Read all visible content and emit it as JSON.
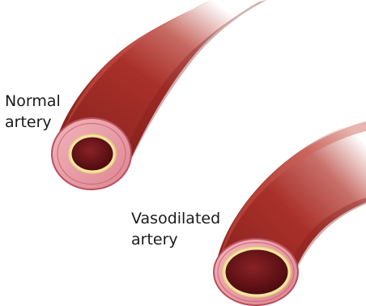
{
  "labels": {
    "normal": [
      "Normal",
      "artery"
    ],
    "vasodilated": [
      "Vasodilated",
      "artery"
    ]
  },
  "colors": {
    "background": "#ffffff",
    "vessel_body": "#a9302a",
    "vessel_shadow": "#7e1d1a",
    "vessel_highlight": "#cf5a4f",
    "rim_pink": "#e89aa3",
    "rim_outline": "#b8505c",
    "lumen_dark": "#5a0f12",
    "intima_yellow": "#f4e6a6"
  }
}
